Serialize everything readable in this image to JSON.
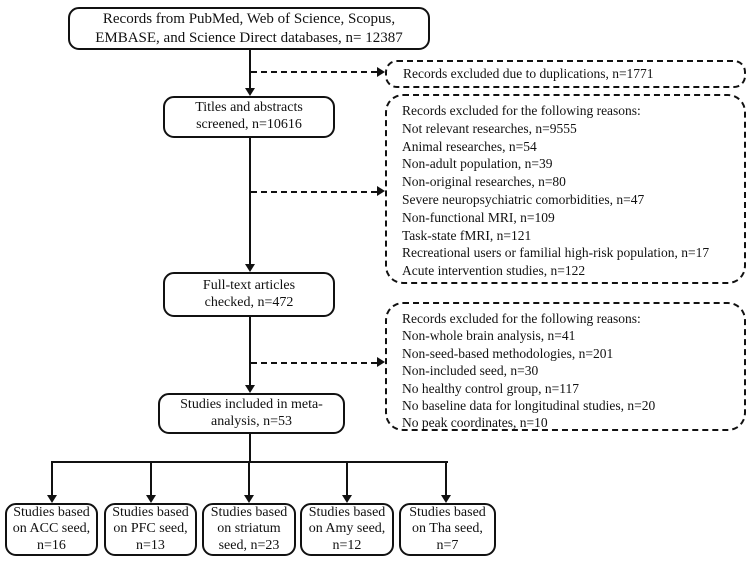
{
  "nodes": {
    "identification": "Records from PubMed, Web of Science, Scopus,\nEMBASE, and Science Direct databases, n= 12387",
    "screening": "Titles and abstracts\nscreened, n=10616",
    "eligibility": "Full-text articles\nchecked, n=472",
    "included": "Studies included in meta-\nanalysis, n=53",
    "seed_groups": [
      "Studies based\non ACC seed,\nn=16",
      "Studies based\non PFC seed,\nn=13",
      "Studies based\non striatum\nseed, n=23",
      "Studies based\non Amy seed,\nn=12",
      "Studies based\non Tha seed,\nn=7"
    ]
  },
  "exclusions": {
    "duplications": "Records excluded due to duplications, n=1771",
    "screening": {
      "lines": [
        "Records excluded for the following reasons:",
        "Not relevant researches, n=9555",
        "Animal researches, n=54",
        "Non-adult population, n=39",
        "Non-original researches, n=80",
        "Severe neuropsychiatric comorbidities, n=47",
        "Non-functional MRI, n=109",
        "Task-state fMRI, n=121",
        "Recreational users or familial high-risk population, n=17",
        "Acute intervention studies, n=122"
      ]
    },
    "eligibility": {
      "lines": [
        "Records excluded for the following reasons:",
        "Non-whole brain analysis, n=41",
        "Non-seed-based methodologies, n=201",
        "Non-included seed, n=30",
        "No healthy control group, n=117",
        "No baseline data for longitudinal studies, n=20",
        "No peak coordinates, n=10"
      ]
    }
  }
}
